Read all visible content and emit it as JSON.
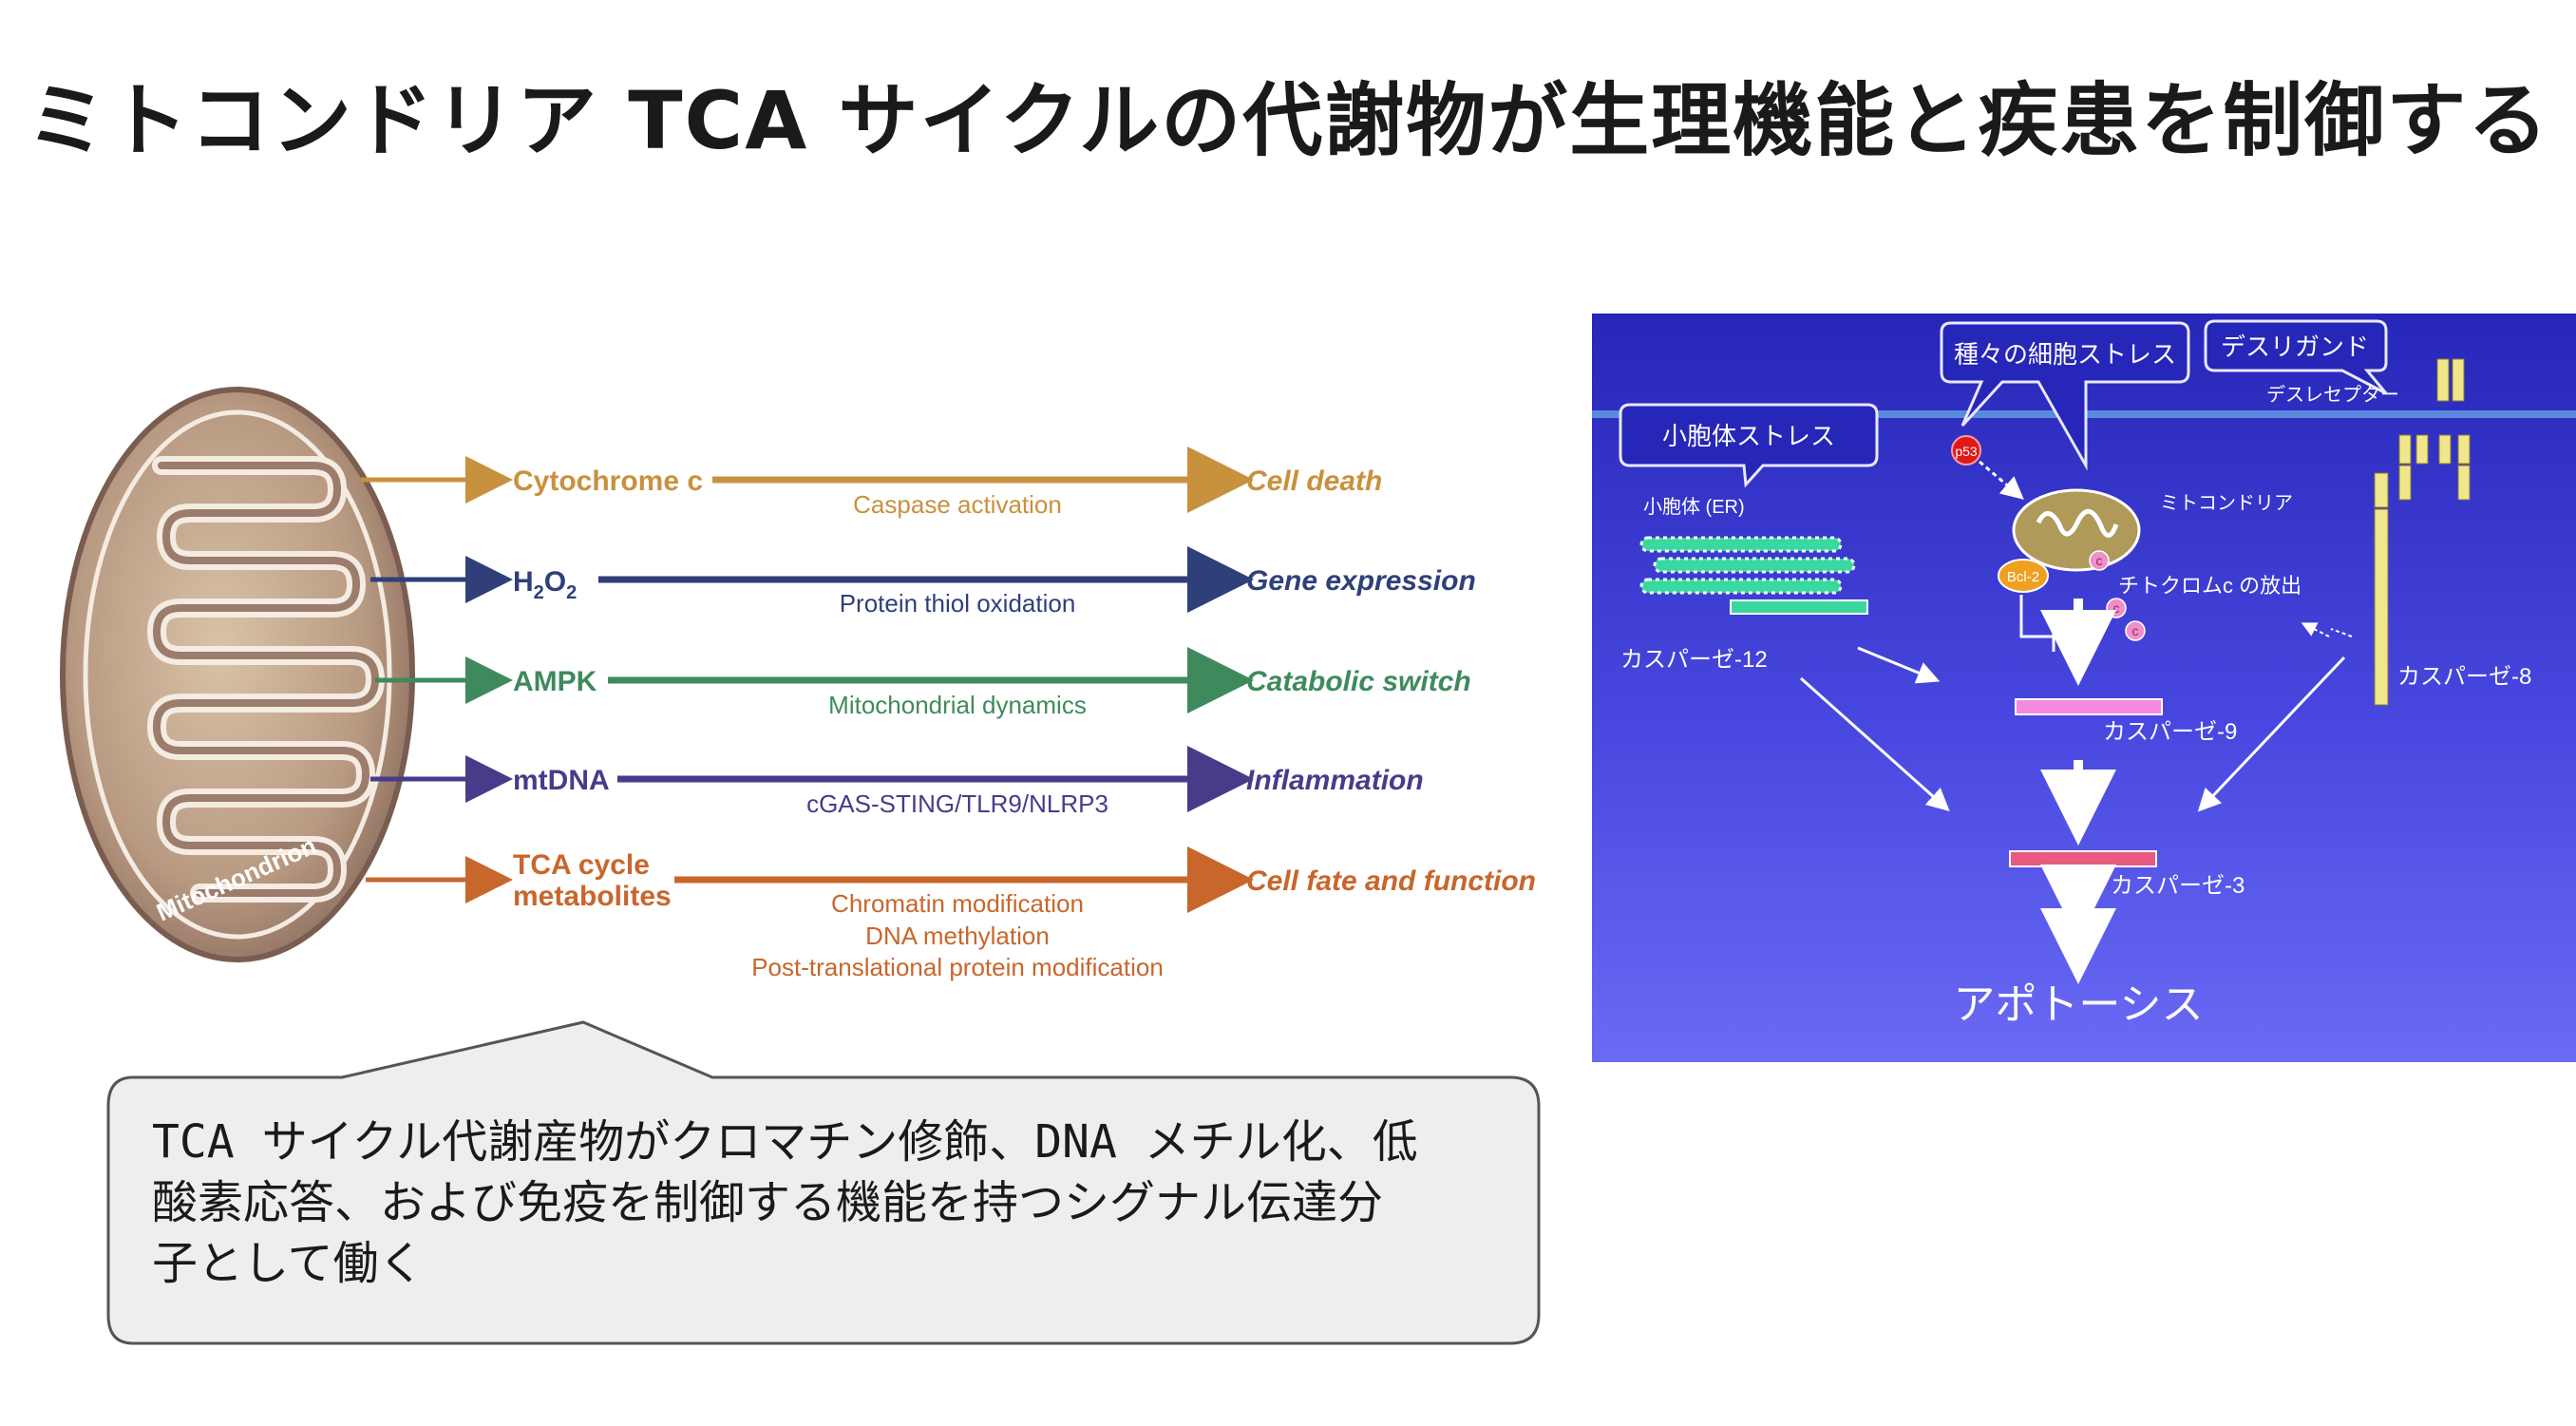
{
  "slide": {
    "title": "ミトコンドリア TCA サイクルの代謝物が生理機能と疾患を制御する"
  },
  "mito_figure": {
    "organelle_label": "Mitochondrion",
    "pathways": [
      {
        "source": "Cytochrome c",
        "process": "Caspase activation",
        "outcome": "Cell death",
        "color": "#c8913e"
      },
      {
        "source_main": "H",
        "source_sub1": "2",
        "source_mid": "O",
        "source_sub2": "2",
        "process": "Protein thiol oxidation",
        "outcome": "Gene expression",
        "color": "#2f3f7a"
      },
      {
        "source": "AMPK",
        "process": "Mitochondrial dynamics",
        "outcome": "Catabolic switch",
        "color": "#3f8a5c"
      },
      {
        "source": "mtDNA",
        "process": "cGAS-STING/TLR9/NLRP3",
        "outcome": "Inflammation",
        "color": "#4a3a8a"
      },
      {
        "source_line1": "TCA cycle",
        "source_line2": "metabolites",
        "process_lines": [
          "Chromatin modification",
          "DNA methylation",
          "Post-translational protein modification"
        ],
        "outcome": "Cell fate and function",
        "color": "#c8662c"
      }
    ]
  },
  "callout": {
    "lines": [
      "TCA サイクル代謝産物がクロマチン修飾、DNA メチル化、低",
      "酸素応答、および免疫を制御する機能を持つシグナル伝達分",
      "子として働く"
    ]
  },
  "apoptosis_panel": {
    "bubble_er_stress": "小胞体ストレス",
    "bubble_cell_stress": "種々の細胞ストレス",
    "bubble_death_ligand": "デスリガンド",
    "label_death_receptor": "デスレセプター",
    "label_er": "小胞体 (ER)",
    "label_mitochondria": "ミトコンドリア",
    "label_p53": "p53",
    "label_bcl2": "Bcl-2",
    "label_cytc": "c",
    "label_cytc_release": "チトクロムc の放出",
    "label_casp12": "カスパーゼ-12",
    "label_casp9": "カスパーゼ-9",
    "label_casp8": "カスパーゼ-8",
    "label_casp3": "カスパーゼ-3",
    "label_apoptosis": "アポトーシス"
  }
}
